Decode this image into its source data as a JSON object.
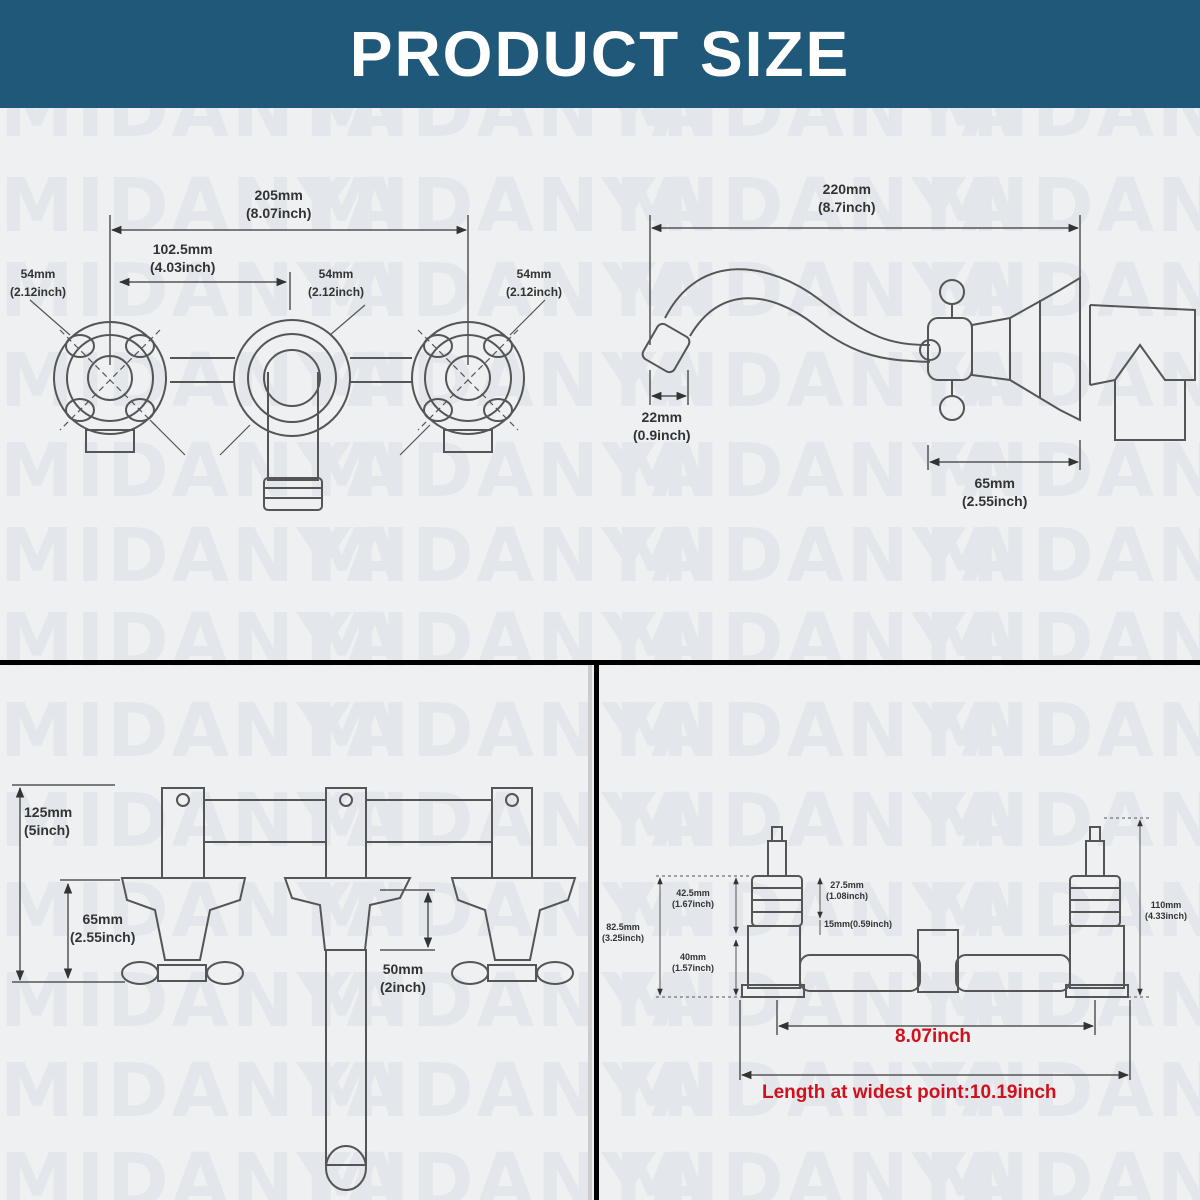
{
  "header": {
    "title": "PRODUCT SIZE"
  },
  "colors": {
    "header_bg": "#1f5878",
    "accent_red": "#d0101a",
    "divider": "#000000"
  },
  "watermark": "MIDANYA",
  "top_left": {
    "overall": {
      "mm": "205mm",
      "inch": "(8.07inch)"
    },
    "spread": {
      "mm": "102.5mm",
      "inch": "(4.03inch)"
    },
    "handle_left": {
      "mm": "54mm",
      "inch": "(2.12inch)"
    },
    "spout_plate": {
      "mm": "54mm",
      "inch": "(2.12inch)"
    },
    "handle_right": {
      "mm": "54mm",
      "inch": "(2.12inch)"
    }
  },
  "top_right": {
    "reach": {
      "mm": "220mm",
      "inch": "(8.7inch)"
    },
    "outlet": {
      "mm": "22mm",
      "inch": "(0.9inch)"
    },
    "depth": {
      "mm": "65mm",
      "inch": "(2.55inch)"
    }
  },
  "bottom_left": {
    "height": {
      "mm": "125mm",
      "inch": "(5inch)"
    },
    "plate_height": {
      "mm": "65mm",
      "inch": "(2.55inch)"
    },
    "spout_drop": {
      "mm": "50mm",
      "inch": "(2inch)"
    }
  },
  "bottom_right": {
    "dim_a": {
      "mm": "42.5mm",
      "inch": "(1.67inch)"
    },
    "dim_b": {
      "mm": "27.5mm",
      "inch": "(1.08inch)"
    },
    "dim_c": "15mm(0.59inch)",
    "dim_d": {
      "mm": "82.5mm",
      "inch": "(3.25inch)"
    },
    "dim_e": {
      "mm": "40mm",
      "inch": "(1.57inch)"
    },
    "dim_f": {
      "mm": "110mm",
      "inch": "(4.33inch)"
    },
    "center": "8.07inch",
    "widest": "Length at widest point:10.19inch"
  }
}
